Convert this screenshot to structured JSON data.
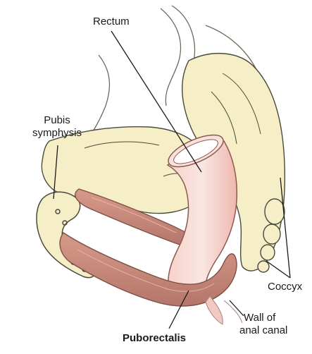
{
  "labels": {
    "rectum": "Rectum",
    "pubis_line1": "Pubis",
    "pubis_line2": "symphysis",
    "coccyx": "Coccyx",
    "puborectalis": "Puborectalis",
    "wall_line1": "Wall of",
    "wall_line2": "anal canal"
  },
  "colors": {
    "bone_fill": "#f5eec7",
    "bone_shadow": "#e8dca8",
    "outline": "#4a4a3a",
    "rectum_fill": "#f4c8c0",
    "rectum_light": "#fae3de",
    "muscle_fill": "#c98a7a",
    "muscle_dark": "#a86a5c"
  }
}
